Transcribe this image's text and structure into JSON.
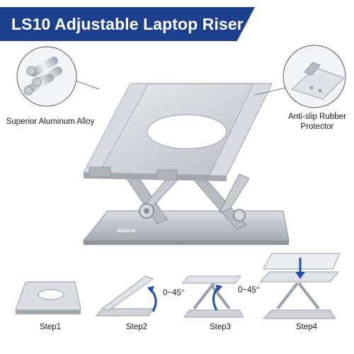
{
  "title": "LS10 Adjustable Laptop Riser",
  "callouts": {
    "left": "Superior Aluminum Alloy",
    "right_line1": "Anti-slip Rubber",
    "right_line2": "Protector"
  },
  "brand_mark": "BESIGN",
  "steps": [
    {
      "label": "Step1"
    },
    {
      "label": "Step2",
      "angle": "0~45°"
    },
    {
      "label": "Step3",
      "angle": "0~45°"
    },
    {
      "label": "Step4"
    }
  ],
  "colors": {
    "banner": "#1c3f8e",
    "aluminum": "#c9ccd1",
    "aluminum_dark": "#9aa0a8",
    "arrow_blue": "#1f4fa8"
  }
}
